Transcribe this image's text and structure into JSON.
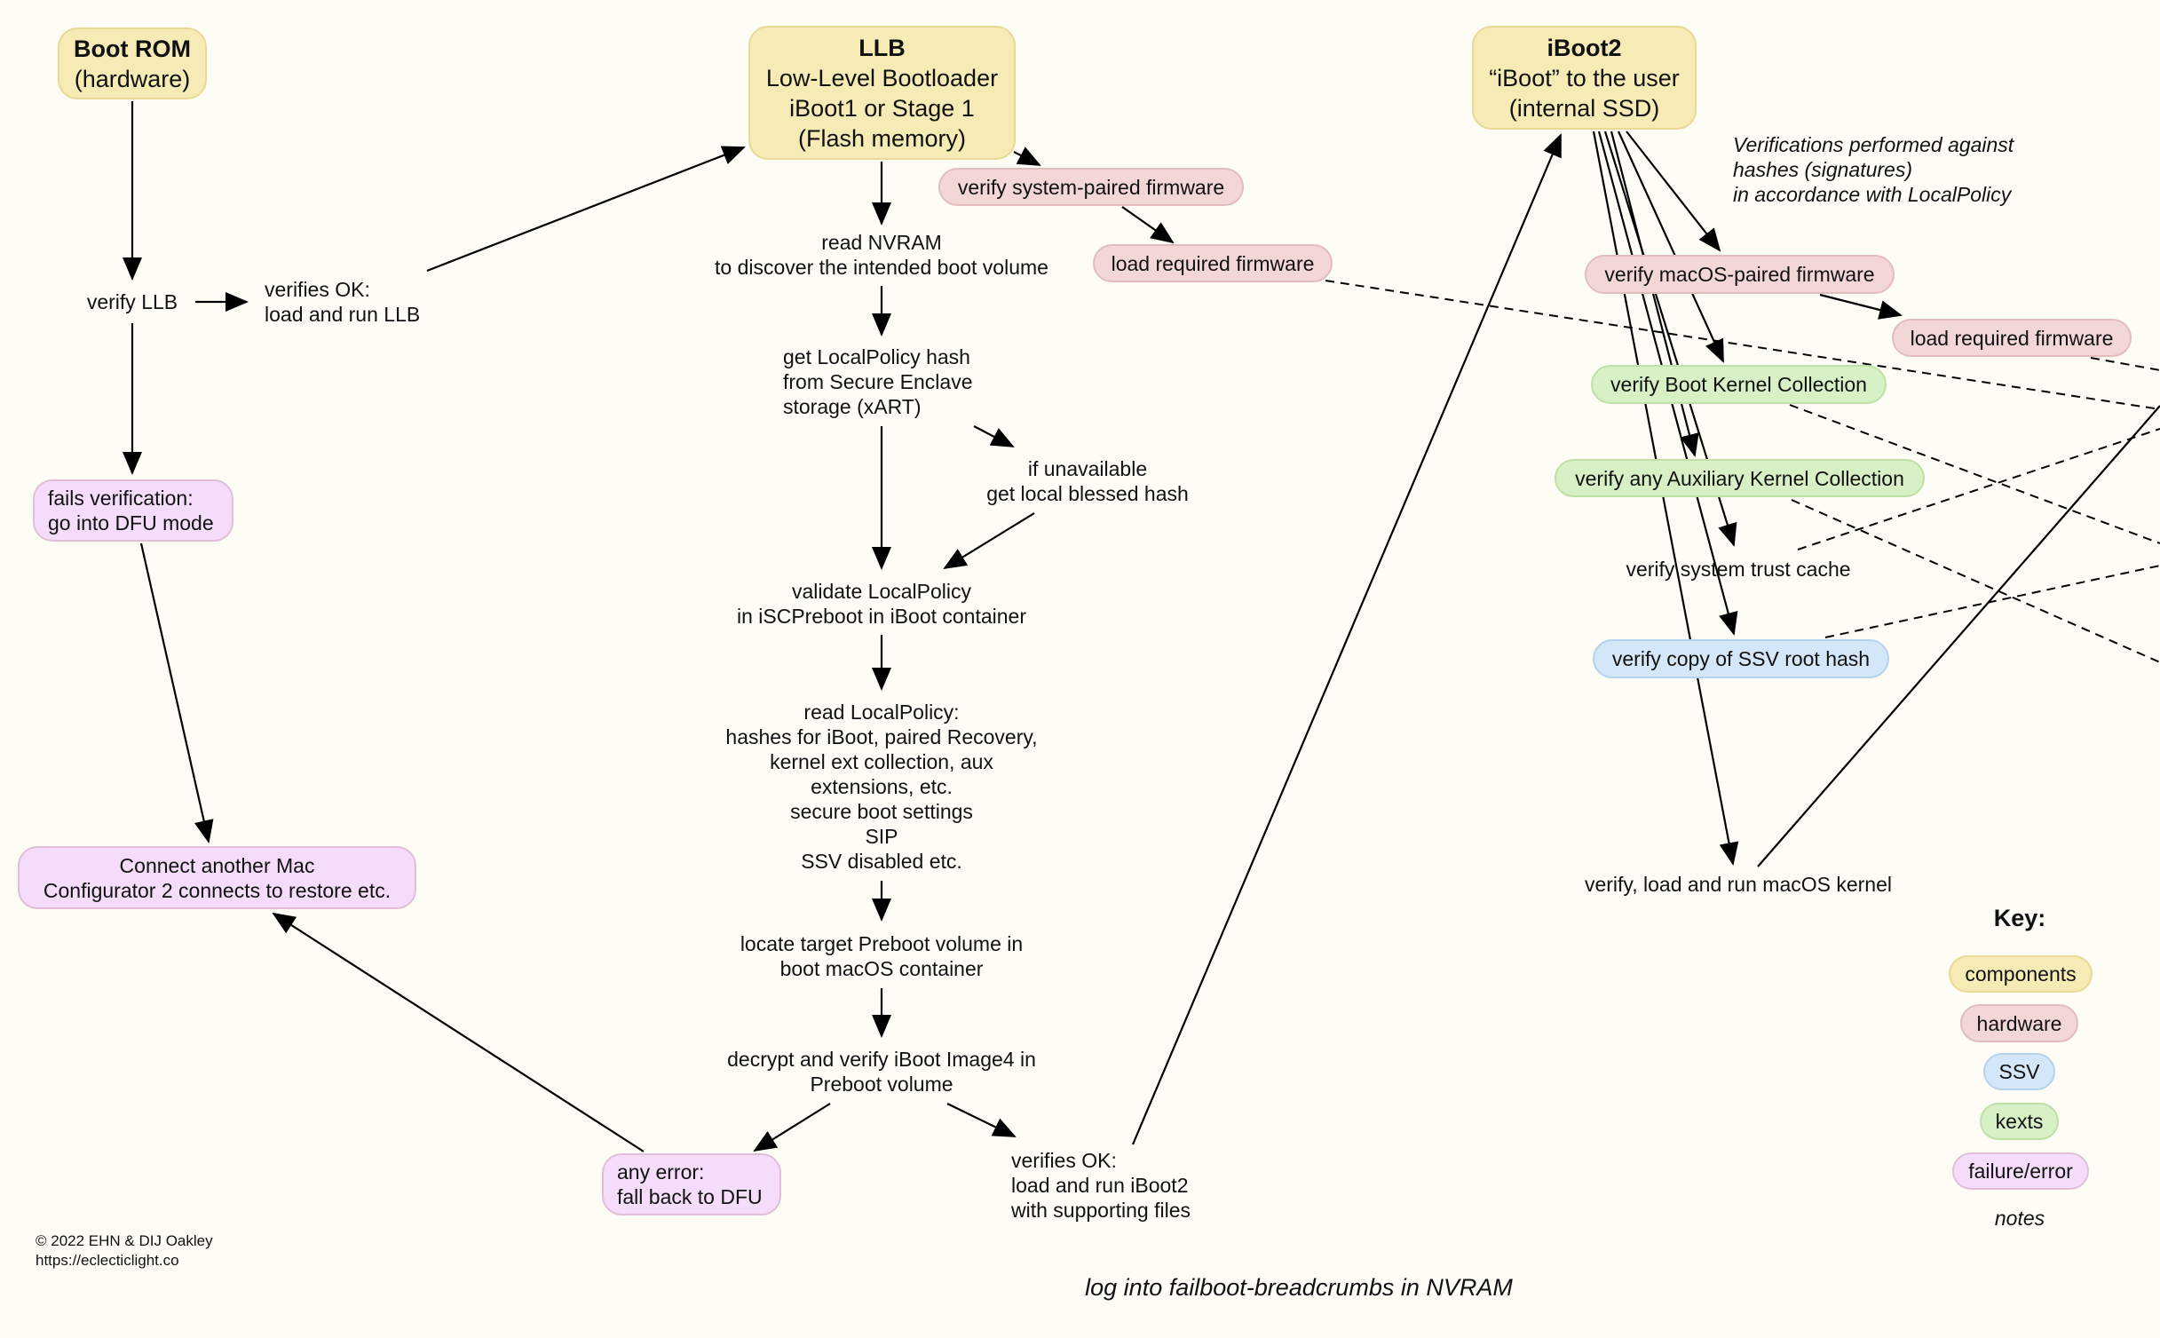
{
  "colors": {
    "background": "#fefdf5",
    "components": "#f7ebb5",
    "hardware": "#f3d7d7",
    "ssv": "#d4e7f8",
    "kexts": "#d8f0c5",
    "failure": "#f4dcfa"
  },
  "boot_rom": {
    "title": "Boot ROM",
    "subtitle": "(hardware)"
  },
  "llb": {
    "title": "LLB",
    "lines": [
      "Low-Level Bootloader",
      "iBoot1 or Stage 1",
      "(Flash memory)"
    ]
  },
  "iboot2": {
    "title": "iBoot2",
    "lines": [
      "“iBoot” to the user",
      "(internal SSD)"
    ]
  },
  "left_column": {
    "verify_llb": "verify LLB",
    "verifies_ok": [
      "verifies OK:",
      "load and run LLB"
    ],
    "fails": [
      "fails verification:",
      "go into DFU mode"
    ],
    "connect": [
      "Connect another Mac",
      "Configurator 2 connects to restore etc."
    ]
  },
  "llb_column": {
    "verify_system_paired": "verify system-paired firmware",
    "load_required_firmware": "load required firmware",
    "read_nvram": [
      "read NVRAM",
      "to discover the intended boot volume"
    ],
    "get_localpolicy": [
      "get LocalPolicy hash",
      "from Secure Enclave",
      "storage (xART)"
    ],
    "if_unavailable": [
      "if unavailable",
      "get local blessed hash"
    ],
    "validate_localpolicy": [
      "validate LocalPolicy",
      "in iSCPreboot in iBoot container"
    ],
    "read_localpolicy": [
      "read LocalPolicy:",
      "hashes for iBoot, paired Recovery,",
      "kernel ext collection, aux",
      "extensions, etc.",
      "secure boot settings",
      "SIP",
      "SSV disabled etc."
    ],
    "locate_preboot": [
      "locate target Preboot volume in",
      "boot macOS container"
    ],
    "decrypt_verify": [
      "decrypt and verify iBoot Image4 in",
      "Preboot volume"
    ],
    "any_error": [
      "any error:",
      "fall back to DFU"
    ],
    "verifies_ok_iboot2": [
      "verifies OK:",
      "load and run iBoot2",
      "with supporting files"
    ]
  },
  "iboot2_column": {
    "note": [
      "Verifications performed against",
      "hashes (signatures)",
      "in accordance with LocalPolicy"
    ],
    "verify_macos_paired": "verify macOS-paired firmware",
    "load_required_firmware": "load required firmware",
    "verify_boot_kc": "verify Boot Kernel Collection",
    "verify_aux_kc": "verify any Auxiliary Kernel Collection",
    "verify_trust_cache": "verify system trust cache",
    "verify_ssv": "verify copy of SSV root hash",
    "run_kernel": "verify, load and run macOS kernel"
  },
  "log_note": "log into failboot-breadcrumbs in NVRAM",
  "copyright": [
    "© 2022 EHN & DIJ Oakley",
    "https://eclecticlight.co"
  ],
  "key": {
    "title": "Key:",
    "items": [
      {
        "label": "components",
        "category": "components"
      },
      {
        "label": "hardware",
        "category": "hardware"
      },
      {
        "label": "SSV",
        "category": "ssv"
      },
      {
        "label": "kexts",
        "category": "kexts"
      },
      {
        "label": "failure/error",
        "category": "failure"
      }
    ],
    "notes_label": "notes"
  }
}
